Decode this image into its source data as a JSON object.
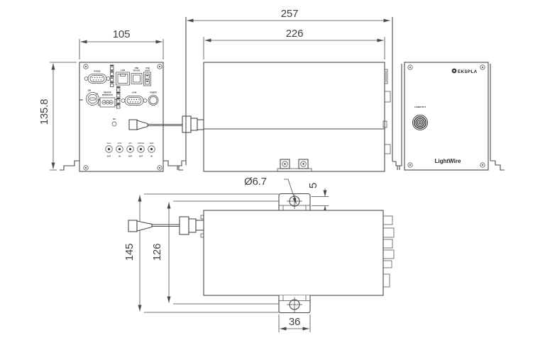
{
  "drawing": {
    "front_view": {
      "dim_width": "105",
      "dim_height": "135.8",
      "labels": {
        "com": "RS232",
        "lan": "LAN",
        "usb_device_1": "USB",
        "usb_device_2": "DEVICE",
        "usb_host_1": "USB",
        "usb_host_2": "HOST",
        "key_on": "ON",
        "key_off": "OFF",
        "remote_1": "REMOTE",
        "remote_2": "INTERLOCK",
        "can": "CAN",
        "power": "POWER",
        "ok": "OK"
      },
      "sma_ports": [
        {
          "top": "PULS",
          "bottom": "OUT"
        },
        {
          "top": "SYNC",
          "bottom": "IN"
        },
        {
          "top": "RST",
          "bottom": "OUT"
        },
        {
          "top": "CW/TRIG",
          "bottom": "OUT"
        },
        {
          "top": "GATE",
          "bottom": "IN"
        }
      ]
    },
    "side_view": {
      "dim_total_width": "257",
      "dim_body_width": "226"
    },
    "output_view": {
      "brand": "EKSPLA",
      "laser_out": "LASER OUT",
      "model": "LightWire"
    },
    "top_view": {
      "dim_total_depth": "145",
      "dim_body_depth": "126",
      "dim_tab_width": "36",
      "dim_hole_offset": "5",
      "dim_hole_dia": "Ø6.7"
    }
  },
  "colors": {
    "line": "#4a4a4a",
    "dimension_text": "#3f3f3f",
    "label_text": "#1e1e1e",
    "background": "#ffffff"
  }
}
